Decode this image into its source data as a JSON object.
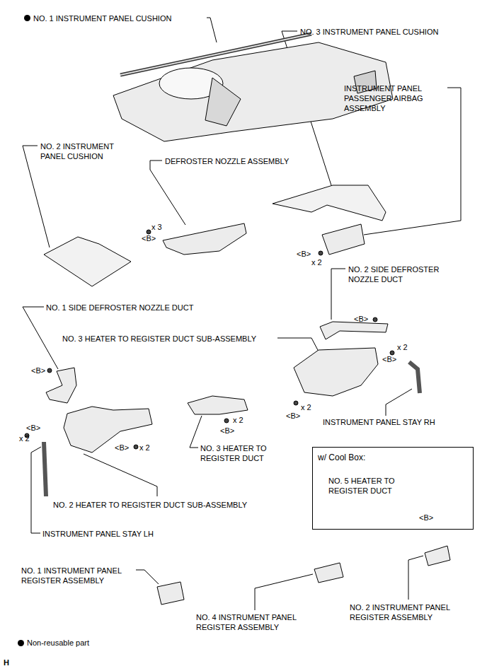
{
  "diagram": {
    "nodes": [
      {
        "text": [
          "w/ Cool Box:",
          "NO. 5 HEATER TO REGISTER DUCT",
          "<B>"
        ]
      }
    ],
    "labels": [
      "NO. 1 INSTRUMENT PANEL CUSHION",
      "NO. 3 INSTRUMENT PANEL CUSHION",
      "INSTRUMENT PANEL PASSENGER AIRBAG ASSEMBLY",
      "NO. 2 INSTRUMENT PANEL CUSHION",
      "DEFROSTER NOZZLE ASSEMBLY",
      "x 3",
      "<B>",
      "<B>",
      "x 2",
      "NO. 2 SIDE DEFROSTER NOZZLE DUCT",
      "<B>",
      "NO. 1 SIDE DEFROSTER NOZZLE DUCT",
      "NO. 3 HEATER TO REGISTER DUCT SUB-ASSEMBLY",
      "x 2",
      "<B>",
      "<B>",
      "x 2",
      "<B>",
      "INSTRUMENT PANEL STAY RH",
      "<B>",
      "x 2",
      "<B>",
      "x 2",
      "x 2",
      "<B>",
      "NO. 3 HEATER TO REGISTER DUCT",
      "NO. 2 HEATER TO REGISTER DUCT SUB-ASSEMBLY",
      "INSTRUMENT PANEL STAY LH",
      "NO. 1 INSTRUMENT PANEL REGISTER ASSEMBLY",
      "NO. 4 INSTRUMENT PANEL REGISTER ASSEMBLY",
      "NO. 2 INSTRUMENT PANEL REGISTER ASSEMBLY",
      "H"
    ],
    "legend": [
      {
        "text": "Non-reusable part"
      }
    ]
  }
}
